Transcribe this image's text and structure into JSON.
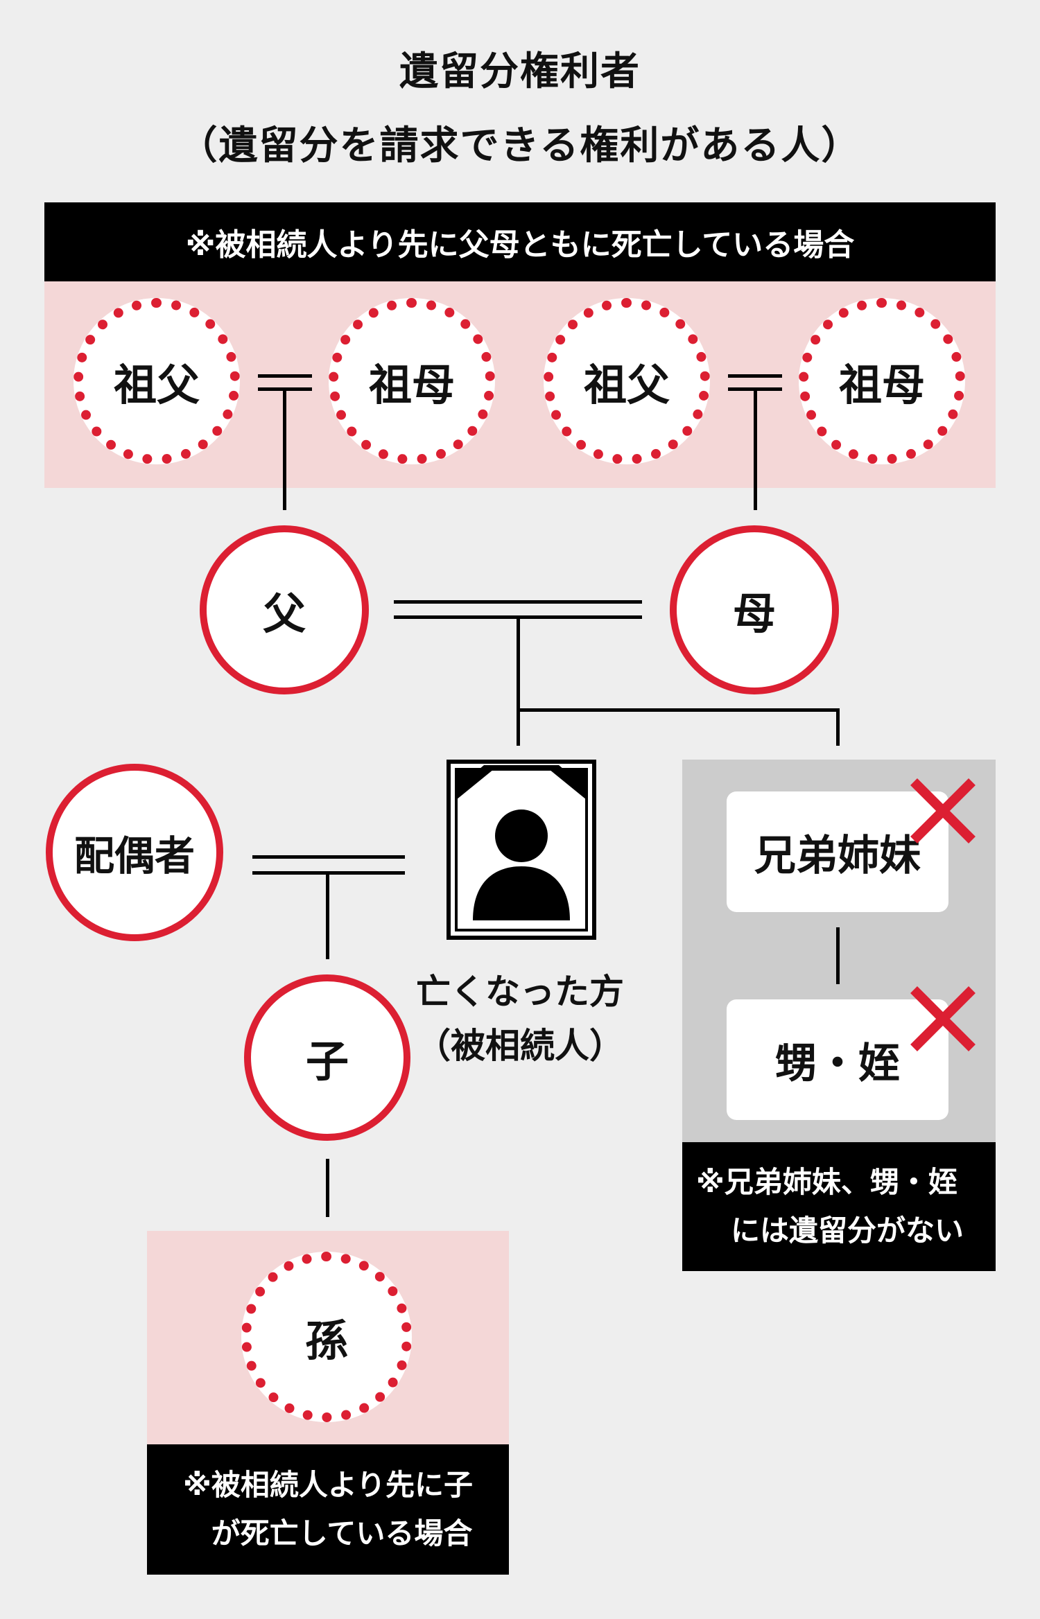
{
  "title": {
    "line1": "遺留分権利者",
    "line2": "（遺留分を請求できる権利がある人）"
  },
  "grandparents_note": "※被相続人より先に父母ともに死亡している場合",
  "grandparents": {
    "paternal_grandfather": "祖父",
    "paternal_grandmother": "祖母",
    "maternal_grandfather": "祖父",
    "maternal_grandmother": "祖母"
  },
  "parents": {
    "father": "父",
    "mother": "母"
  },
  "spouse": "配偶者",
  "deceased": {
    "line1": "亡くなった方",
    "line2": "（被相続人）"
  },
  "child": "子",
  "grandchild": "孫",
  "grandchild_note": {
    "line1": "※被相続人より先に子",
    "line2": "が死亡している場合"
  },
  "siblings": "兄弟姉妹",
  "nephews_nieces": "甥・姪",
  "siblings_note": {
    "line1": "※兄弟姉妹、甥・姪",
    "line2": "には遺留分がない"
  },
  "colors": {
    "accent_red": "#dc1f32",
    "pink_zone": "#f4d7d7",
    "gray_zone": "#cccccc",
    "band_black": "#000000"
  },
  "icons": [
    "portrait-frame-icon",
    "person-silhouette-icon",
    "cross-icon"
  ]
}
